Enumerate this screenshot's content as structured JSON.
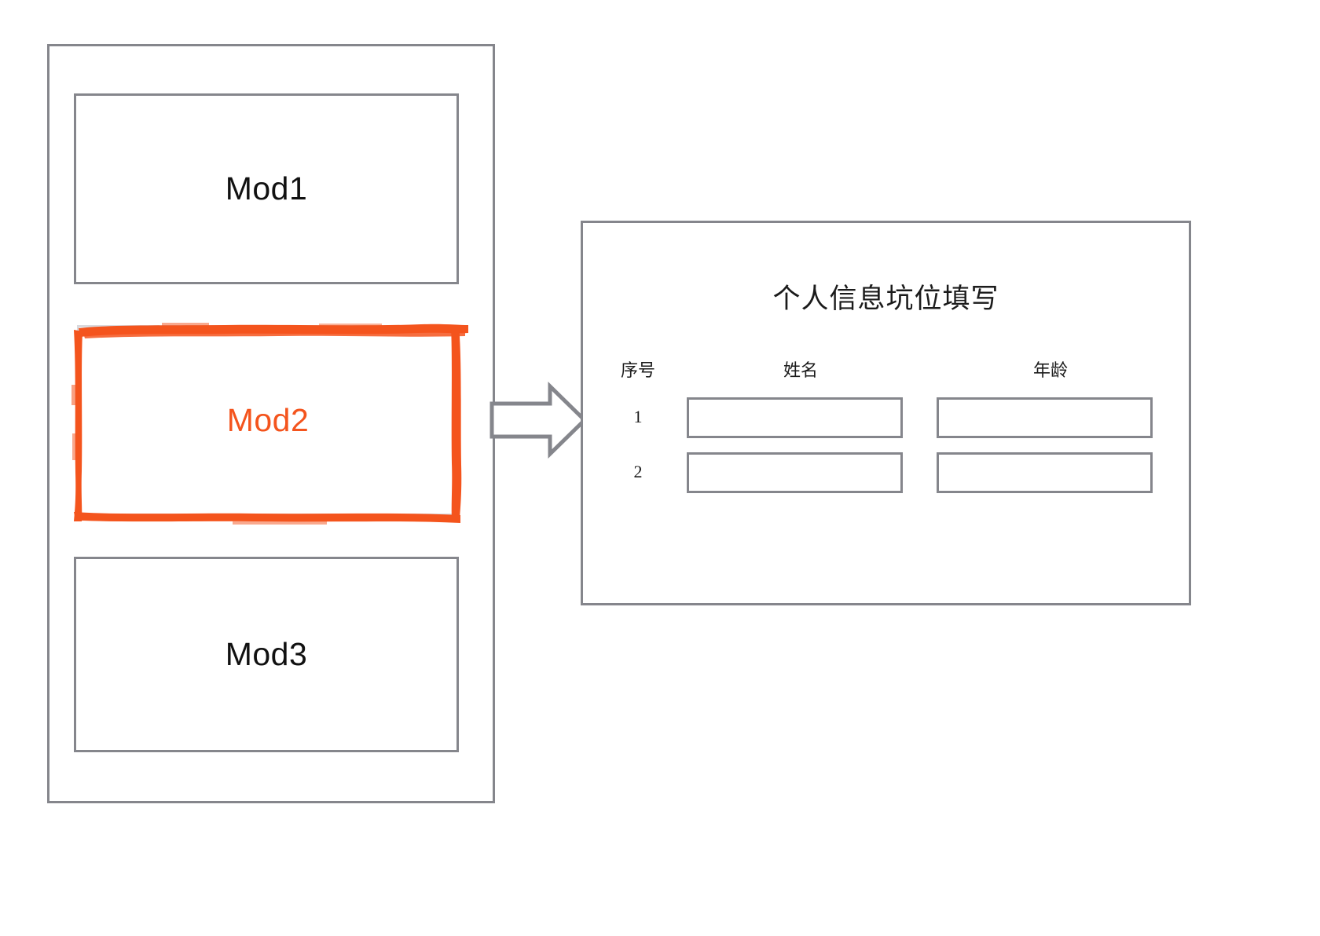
{
  "colors": {
    "border_gray": "#85868c",
    "highlight_orange": "#f4541d",
    "text_dark": "#1b1b1b"
  },
  "left_container": {
    "modules": [
      {
        "label": "Mod1",
        "highlighted": false
      },
      {
        "label": "Mod2",
        "highlighted": true
      },
      {
        "label": "Mod3",
        "highlighted": false
      }
    ]
  },
  "connector": {
    "icon": "right-block-arrow-icon",
    "direction": "right"
  },
  "form_panel": {
    "title": "个人信息坑位填写",
    "columns": [
      "序号",
      "姓名",
      "年龄"
    ],
    "rows": [
      {
        "index": "1",
        "name": "",
        "age": "",
        "name_placeholder": "",
        "age_placeholder": ""
      },
      {
        "index": "2",
        "name": "",
        "age": "",
        "name_placeholder": "",
        "age_placeholder": ""
      }
    ]
  }
}
